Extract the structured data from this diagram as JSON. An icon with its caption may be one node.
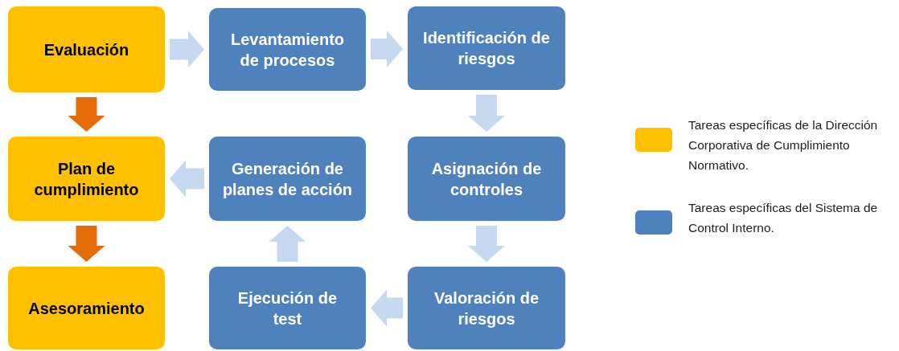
{
  "diagram": {
    "nodes": [
      {
        "text": [
          "Evaluación"
        ]
      },
      {
        "text": [
          "Levantamiento de procesos"
        ]
      },
      {
        "text": [
          "Identificación de riesgos"
        ]
      },
      {
        "text": [
          "Plan de cumplimiento"
        ]
      },
      {
        "text": [
          "Generación de planes de acción"
        ]
      },
      {
        "text": [
          "Asignación de controles"
        ]
      },
      {
        "text": [
          "Asesoramiento"
        ]
      },
      {
        "text": [
          "Ejecución de test"
        ]
      },
      {
        "text": [
          "Valoración de riesgos"
        ]
      }
    ],
    "edges": [
      {
        "from": 0,
        "to": 1,
        "arrow": "to"
      },
      {
        "from": 1,
        "to": 2,
        "arrow": "to"
      },
      {
        "from": 2,
        "to": 5,
        "arrow": "to"
      },
      {
        "from": 5,
        "to": 8,
        "arrow": "to"
      },
      {
        "from": 8,
        "to": 7,
        "arrow": "to"
      },
      {
        "from": 7,
        "to": 4,
        "arrow": "to"
      },
      {
        "from": 4,
        "to": 3,
        "arrow": "to"
      },
      {
        "from": 0,
        "to": 3,
        "arrow": "to",
        "color": "#e36c09"
      },
      {
        "from": 3,
        "to": 6,
        "arrow": "to",
        "color": "#e36c09"
      }
    ],
    "legend": [
      {
        "text": "Tareas específicas de la Dirección Corporativa de Cumplimiento Normativo.",
        "color": "#ffc000"
      },
      {
        "text": "Tareas específicas del Sistema de Control Interno.",
        "color": "#4f81bd"
      }
    ]
  }
}
